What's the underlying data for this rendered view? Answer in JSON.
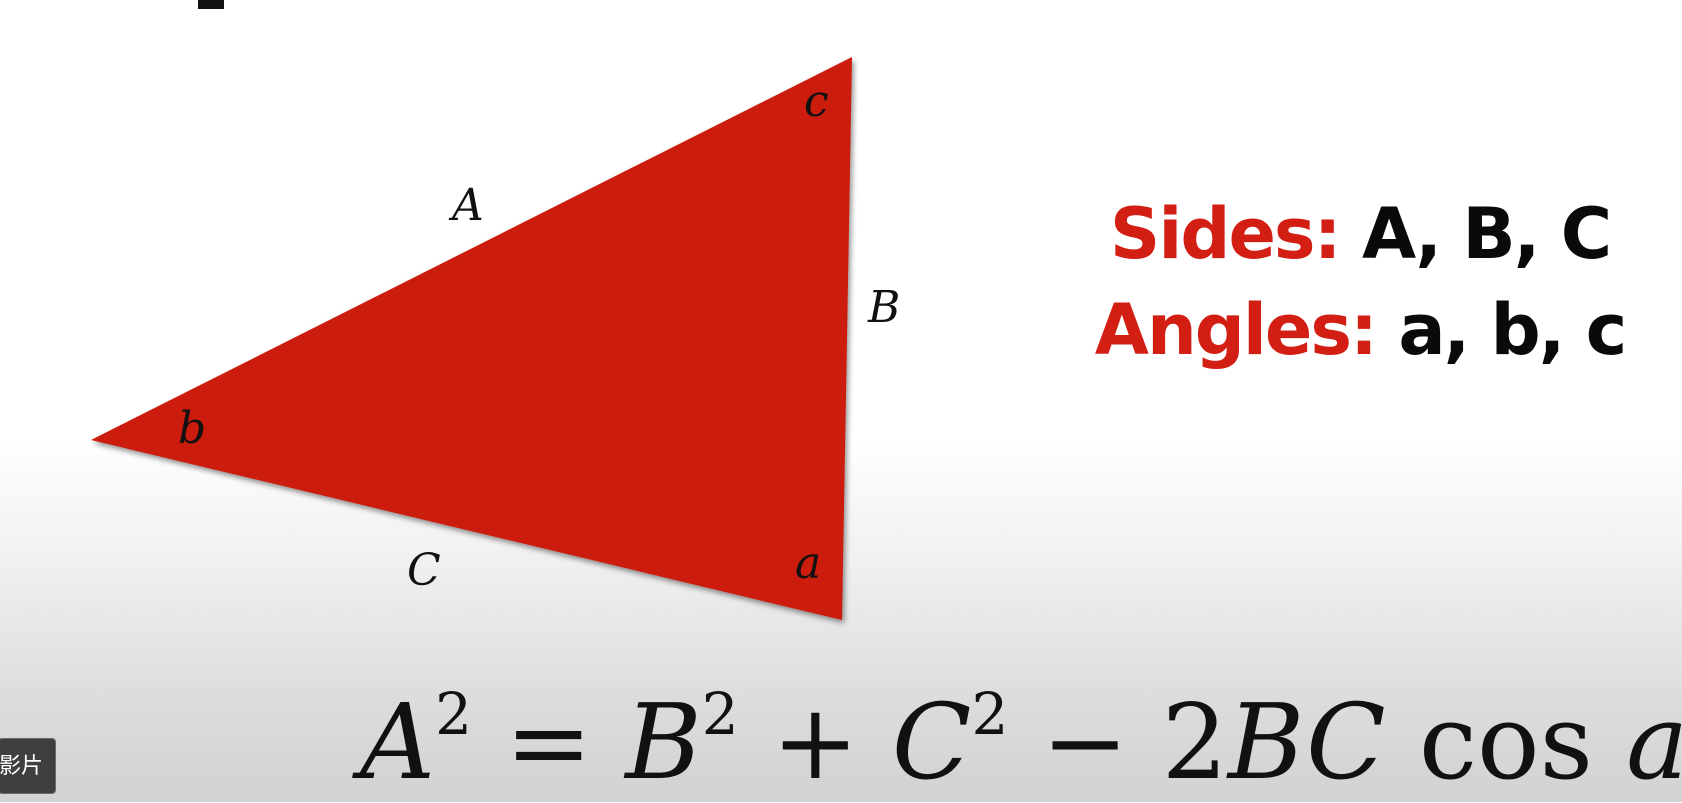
{
  "triangle": {
    "fill": "#cc1a08",
    "side_labels": {
      "A": "A",
      "B": "B",
      "C": "C"
    },
    "angle_labels": {
      "a": "a",
      "b": "b",
      "c": "c"
    }
  },
  "legend": {
    "sides_key": "Sides:",
    "sides_value": "A, B, C",
    "angles_key": "Angles:",
    "angles_value": "a, b, c",
    "key_color": "#d31e14"
  },
  "formula": {
    "lhs_var": "A",
    "lhs_exp": "2",
    "equals": "=",
    "b_var": "B",
    "b_exp": "2",
    "plus": "+",
    "c_var": "C",
    "c_exp": "2",
    "minus": "−",
    "coef": "2",
    "bc": "BC",
    "cos": "cos",
    "angle": "a"
  },
  "overlay": {
    "button_text": "影片"
  }
}
